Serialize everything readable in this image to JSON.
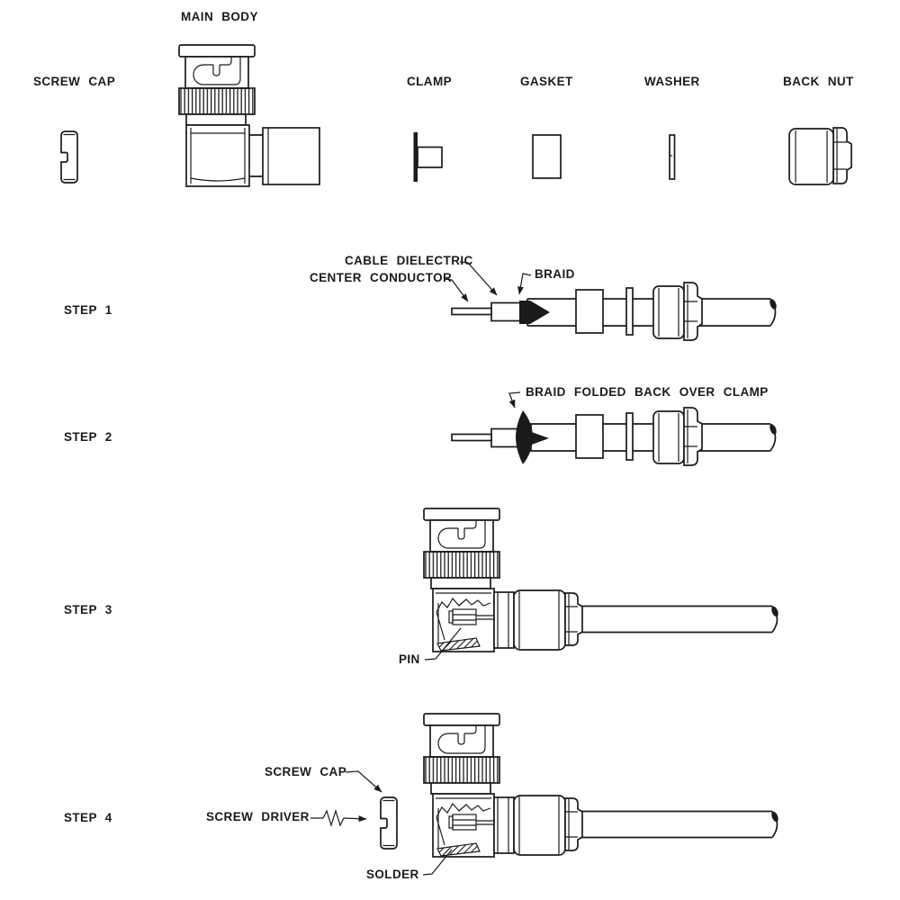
{
  "colors": {
    "background": "#ffffff",
    "line": "#1b1b1b"
  },
  "labels": {
    "main_body": "MAIN BODY",
    "screw_cap": "SCREW CAP",
    "clamp": "CLAMP",
    "gasket": "GASKET",
    "washer": "WASHER",
    "back_nut": "BACK NUT",
    "step_1": "STEP 1",
    "step_2": "STEP 2",
    "step_3": "STEP 3",
    "step_4": "STEP 4",
    "cable_dielectric": "CABLE DIELECTRIC",
    "center_conductor": "CENTER CONDUCTOR",
    "braid": "BRAID",
    "braid_folded": "BRAID FOLDED BACK OVER CLAMP",
    "pin": "PIN",
    "screw_cap_step4": "SCREW CAP",
    "screw_driver": "SCREW DRIVER",
    "solder": "SOLDER"
  }
}
